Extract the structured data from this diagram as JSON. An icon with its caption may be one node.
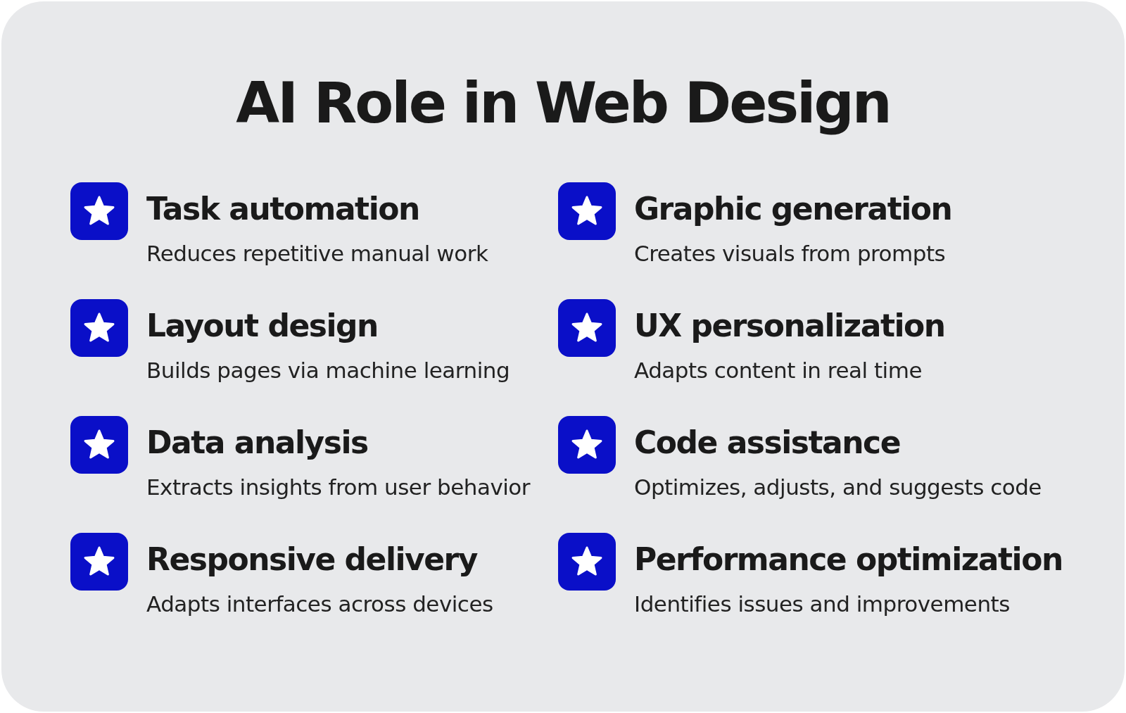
{
  "diagram": {
    "title": "AI Role in Web Design",
    "labels": [
      "Task automation",
      "Reduces repetitive manual work",
      "Layout design",
      "Builds pages via machine learning",
      "Data analysis",
      "Extracts insights from user behavior",
      "Responsive delivery",
      "Adapts interfaces across devices",
      "Graphic generation",
      "Creates visuals from prompts",
      "UX personalization",
      "Adapts content in real time",
      "Code assistance",
      "Optimizes, adjusts, and suggests code",
      "Performance optimization",
      "Identifies issues and improvements"
    ]
  }
}
